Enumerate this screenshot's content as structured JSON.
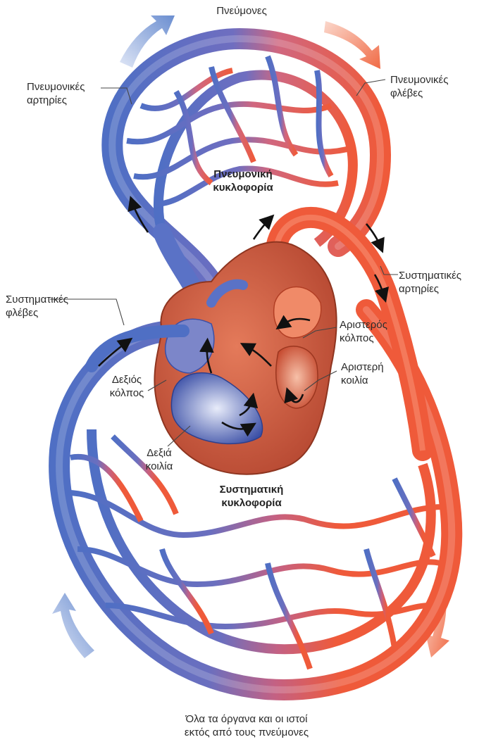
{
  "lungs": {
    "label": "Πνεύμονες"
  },
  "pulmonary_arteries": {
    "line1": "Πνευμονικές",
    "line2": "αρτηρίες"
  },
  "pulmonary_veins": {
    "line1": "Πνευμονικές",
    "line2": "φλέβες"
  },
  "pulmonary_circulation": {
    "line1": "Πνευμονική",
    "line2": "κυκλοφορία"
  },
  "systemic_arteries": {
    "line1": "Συστηματικές",
    "line2": "αρτηρίες"
  },
  "systemic_veins": {
    "line1": "Συστηματικές",
    "line2": "φλέβες"
  },
  "left_atrium": {
    "line1": "Αριστερός",
    "line2": "κόλπος"
  },
  "left_ventricle": {
    "line1": "Αριστερή",
    "line2": "κοιλία"
  },
  "right_atrium": {
    "line1": "Δεξιός",
    "line2": "κόλπος"
  },
  "right_ventricle": {
    "line1": "Δεξιά",
    "line2": "κοιλία"
  },
  "systemic_circulation": {
    "line1": "Συστηματική",
    "line2": "κυκλοφορία"
  },
  "body_organs": {
    "line1": "Όλα τα όργανα και οι ιστοί",
    "line2": "εκτός από τους πνεύμονες"
  },
  "colors": {
    "deoxygenated_blue": "#4f6fc4",
    "oxygenated_red": "#ef5a3a",
    "mixed_purple": "#b25a8a",
    "heart_body": "#c8583c"
  }
}
